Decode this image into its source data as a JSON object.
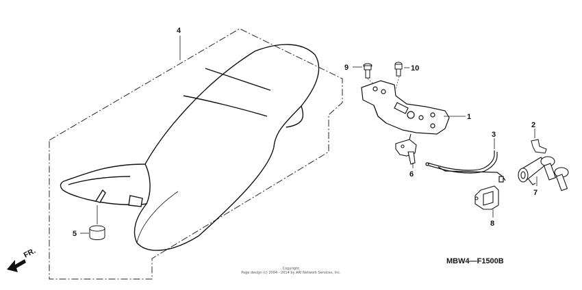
{
  "diagram": {
    "callouts": {
      "p1": "1",
      "p2": "2",
      "p3": "3",
      "p4": "4",
      "p5": "5",
      "p6": "6",
      "p7": "7",
      "p8": "8",
      "p9": "9",
      "p10": "10"
    },
    "fr_label": "FR.",
    "code": "MBW4—F1500B"
  },
  "footer": {
    "line1": "Copyright",
    "line2": "Page design (c) 2004 - 2014 by ARI Network Services, Inc."
  }
}
